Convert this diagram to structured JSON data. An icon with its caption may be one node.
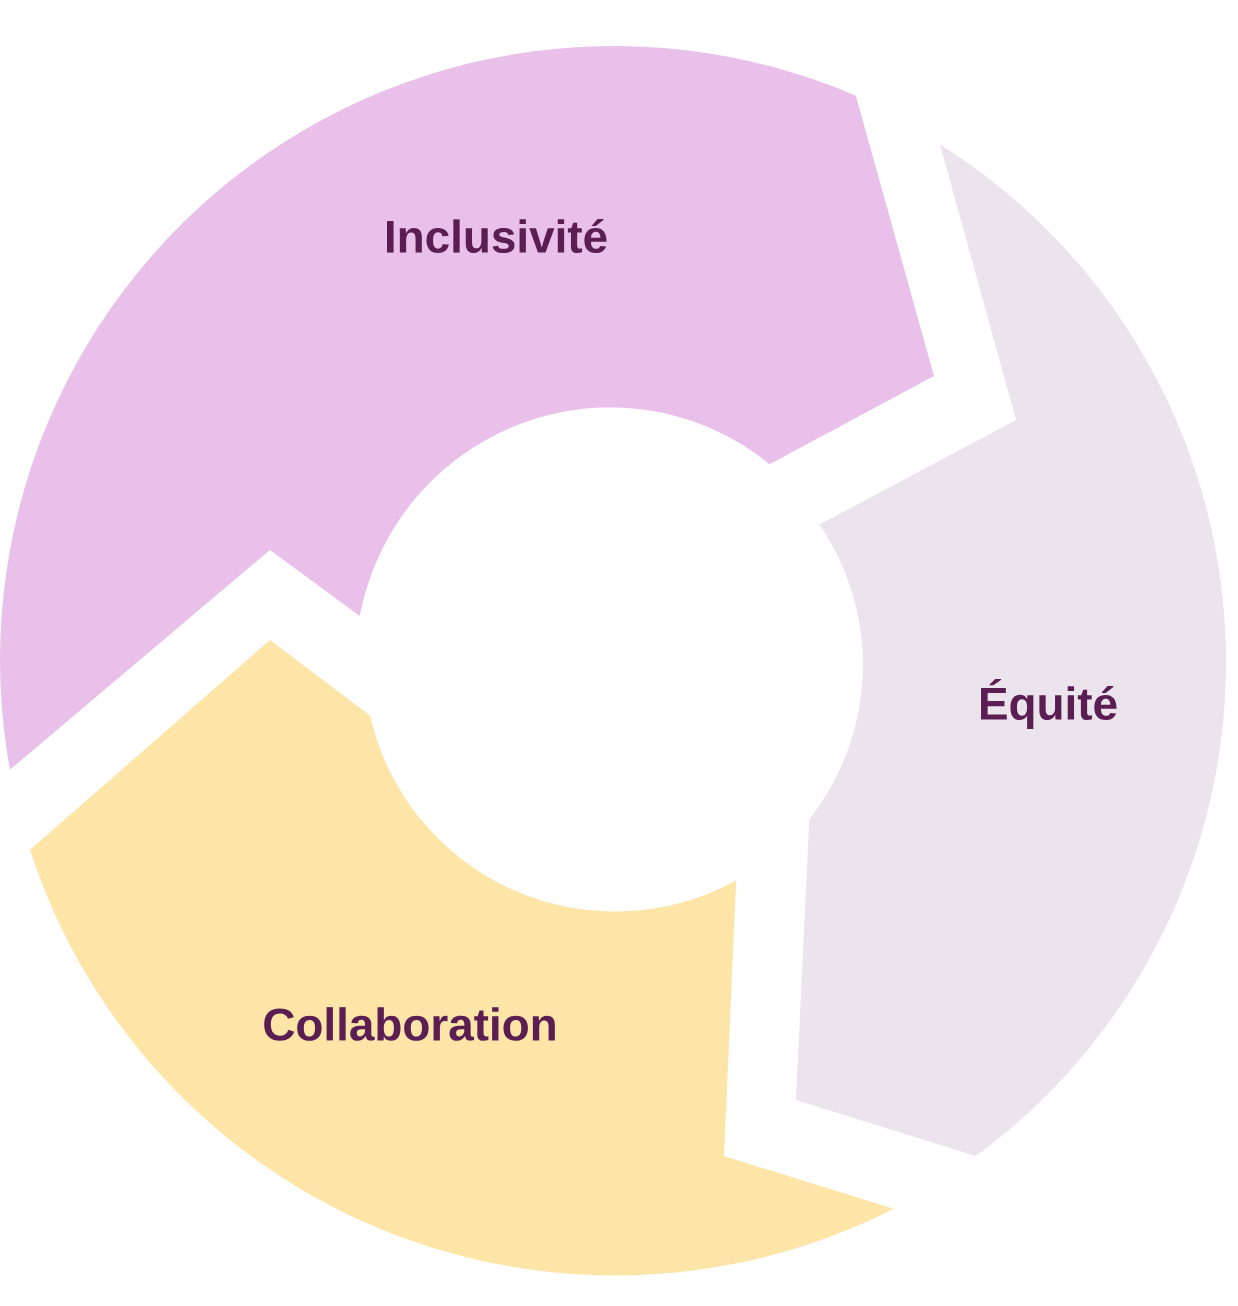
{
  "diagram": {
    "nodes": [
      {
        "text": [
          "Inclusivité"
        ]
      },
      {
        "text": [
          "Équité"
        ]
      },
      {
        "text": [
          "Collaboration"
        ]
      }
    ]
  }
}
